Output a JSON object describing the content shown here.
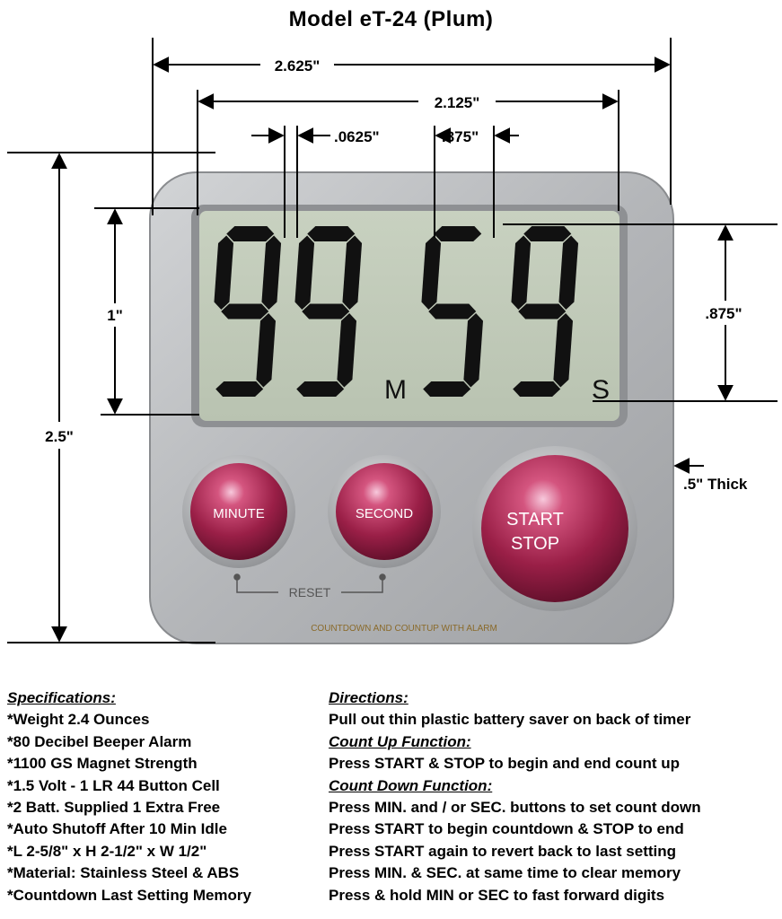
{
  "title": "Model eT-24 (Plum)",
  "dimensions": {
    "overall_width": "2.625\"",
    "display_width": "2.125\"",
    "segment_gap": ".0625\"",
    "digit_width": ".375\"",
    "display_height": "1\"",
    "digit_height": ".875\"",
    "overall_height": "2.5\"",
    "thickness": ".5\" Thick"
  },
  "display": {
    "minutes": "99",
    "seconds": "59",
    "minute_unit": "M",
    "second_unit": "S"
  },
  "buttons": {
    "minute": "MINUTE",
    "second": "SECOND",
    "start": "START",
    "stop": "STOP",
    "reset": "RESET"
  },
  "imprint": "COUNTDOWN AND COUNTUP WITH ALARM",
  "colors": {
    "button_plum": "#a3244e",
    "lcd_green": "#c2ccba",
    "steel": "#b8babd"
  },
  "specifications": {
    "heading": "Specifications:",
    "items": [
      "*Weight 2.4 Ounces",
      "*80 Decibel Beeper Alarm",
      "*1100 GS  Magnet Strength",
      "*1.5 Volt - 1 LR 44 Button Cell",
      "*2 Batt. Supplied 1 Extra Free",
      "*Auto Shutoff After 10 Min Idle",
      "*L 2-5/8\"  x   H 2-1/2\"  x  W 1/2\"",
      "*Material: Stainless Steel & ABS",
      "*Countdown Last Setting Memory"
    ]
  },
  "directions": {
    "heading": "Directions:",
    "battery": "Pull out thin plastic battery saver on back of timer",
    "count_up_heading": "Count Up Function:",
    "count_up": "Press START & STOP to begin and end count up",
    "count_down_heading": "Count Down Function:",
    "count_down": [
      "Press MIN. and / or SEC. buttons to set count down",
      "Press START to begin countdown & STOP to end",
      "Press  START again to revert back to last setting",
      "Press MIN. & SEC. at same time to clear memory",
      "Press & hold MIN or SEC to fast forward digits"
    ]
  }
}
